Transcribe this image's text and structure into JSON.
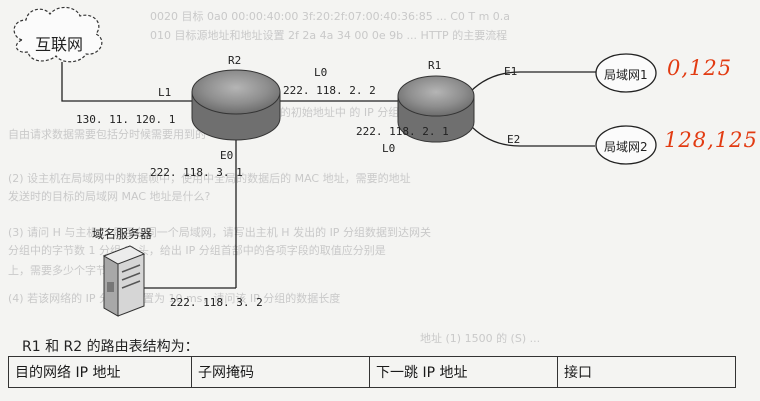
{
  "network": {
    "internet": "互联网",
    "router_left": "R2",
    "router_right": "R1",
    "link_L1": "L1",
    "ip_L1": "130. 11. 120. 1",
    "link_L0_top": "L0",
    "ip_L0_top": "222. 118. 2. 2",
    "ip_L0_bottom": "222. 118. 2. 1",
    "link_L0_bottom": "L0",
    "port_E0": "E0",
    "ip_E0": "222. 118. 3. 1",
    "port_E1": "E1",
    "port_E2": "E2",
    "lan1": "局域网1",
    "lan2": "局域网2",
    "dns_server": "域名服务器",
    "ip_server": "222. 118. 3. 2"
  },
  "annotations": {
    "hand_lan1": "0,125",
    "hand_lan2": "128,125"
  },
  "routing_table": {
    "caption": "R1 和 R2 的路由表结构为：",
    "headers": [
      "目的网络 IP 地址",
      "子网掩码",
      "下一跳 IP 地址",
      "接口"
    ]
  },
  "colors": {
    "handwriting": "#e23b12",
    "router_body": "#8a8a8a"
  }
}
